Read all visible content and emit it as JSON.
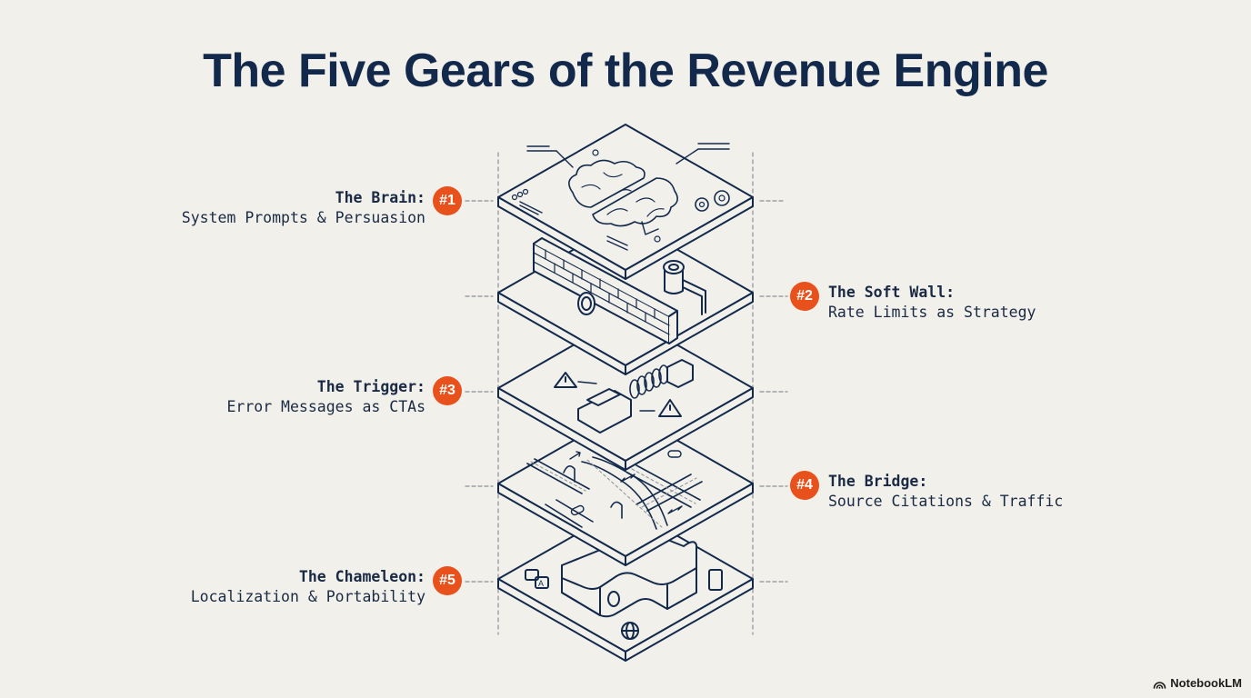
{
  "title": "The Five Gears of the Revenue Engine",
  "colors": {
    "background": "#f1f0ea",
    "ink": "#13294b",
    "accent": "#e8501c"
  },
  "gears": [
    {
      "number": "#1",
      "title": "The Brain:",
      "subtitle": "System Prompts & Persuasion",
      "side": "left",
      "illustration": "brain-circuit"
    },
    {
      "number": "#2",
      "title": "The Soft Wall:",
      "subtitle": "Rate Limits as Strategy",
      "side": "right",
      "illustration": "brick-wall-valve"
    },
    {
      "number": "#3",
      "title": "The Trigger:",
      "subtitle": "Error Messages as CTAs",
      "side": "left",
      "illustration": "spring-trigger-warnings"
    },
    {
      "number": "#4",
      "title": "The Bridge:",
      "subtitle": "Source Citations & Traffic",
      "side": "right",
      "illustration": "road-bridge-links"
    },
    {
      "number": "#5",
      "title": "The Chameleon:",
      "subtitle": "Localization & Portability",
      "side": "left",
      "illustration": "block-translate-globe-phone"
    }
  ],
  "footer": {
    "brand": "NotebookLM",
    "brand_icon": "notebooklm-logo-icon"
  }
}
